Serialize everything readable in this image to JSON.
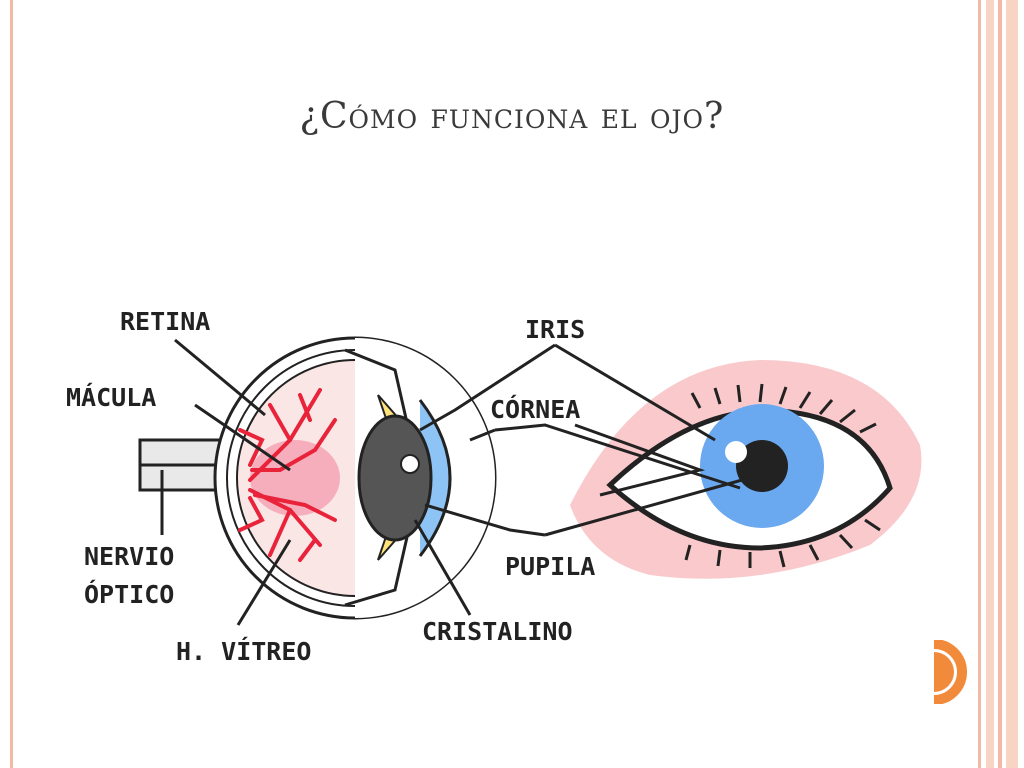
{
  "slide": {
    "title": "¿Cómo funciona el ojo?"
  },
  "diagram": {
    "labels": {
      "retina": "RETINA",
      "macula": "MÁCULA",
      "nervio_1": "NERVIO",
      "nervio_2": "ÓPTICO",
      "vitreo": "H. VÍTREO",
      "iris": "IRIS",
      "cornea": "CÓRNEA",
      "pupila": "PUPILA",
      "cristalino": "CRISTALINO"
    }
  },
  "colors": {
    "accent_orange": "#f28a3c",
    "stripe_pink": "#f4b9a4",
    "iris_blue": "#6aa8f0",
    "retina_red": "#e8233a"
  }
}
